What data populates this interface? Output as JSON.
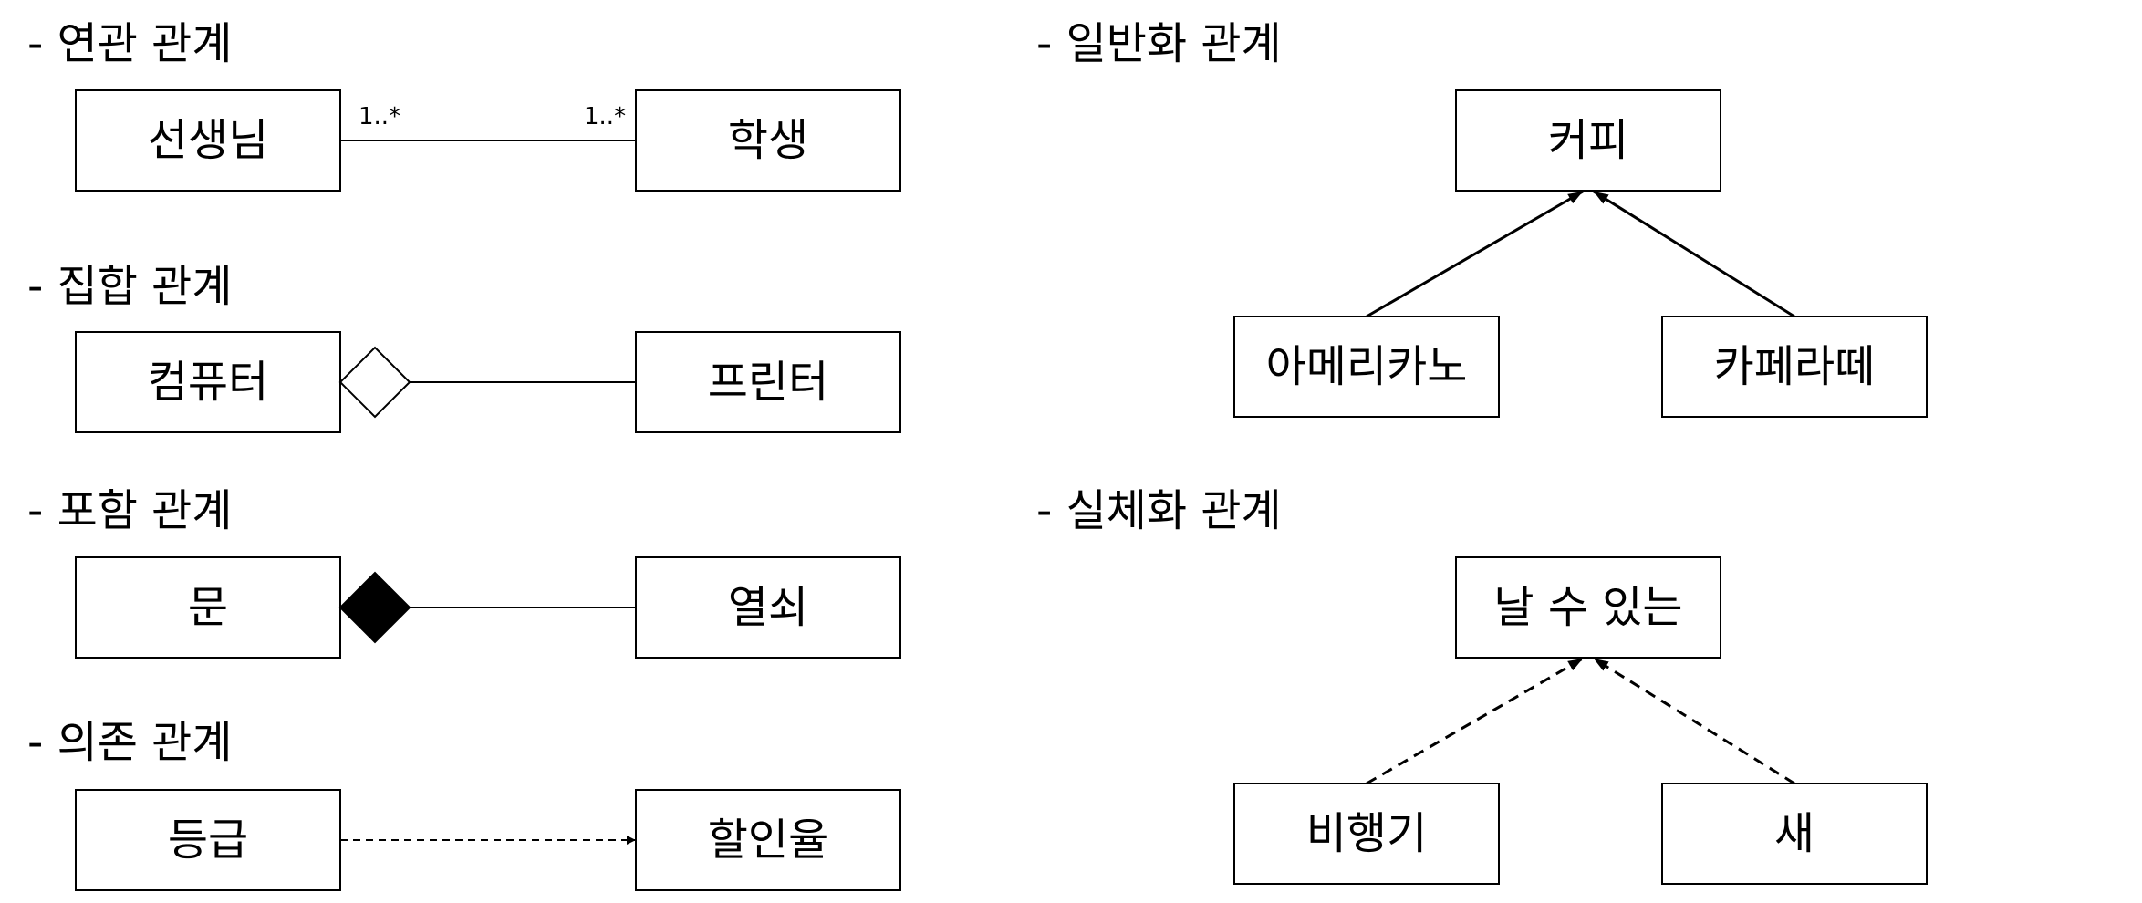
{
  "sections": {
    "association": {
      "title": "- 연관 관계",
      "left": "선생님",
      "right": "학생",
      "left_mult": "1..*",
      "right_mult": "1..*"
    },
    "aggregation": {
      "title": "- 집합 관계",
      "left": "컴퓨터",
      "right": "프린터"
    },
    "composition": {
      "title": "- 포함 관계",
      "left": "문",
      "right": "열쇠"
    },
    "dependency": {
      "title": "- 의존 관계",
      "left": "등급",
      "right": "할인율"
    },
    "generalization": {
      "title": "- 일반화 관계",
      "parent": "커피",
      "child_left": "아메리카노",
      "child_right": "카페라떼"
    },
    "realization": {
      "title": "- 실체화 관계",
      "parent": "날 수 있는",
      "child_left": "비행기",
      "child_right": "새"
    }
  }
}
